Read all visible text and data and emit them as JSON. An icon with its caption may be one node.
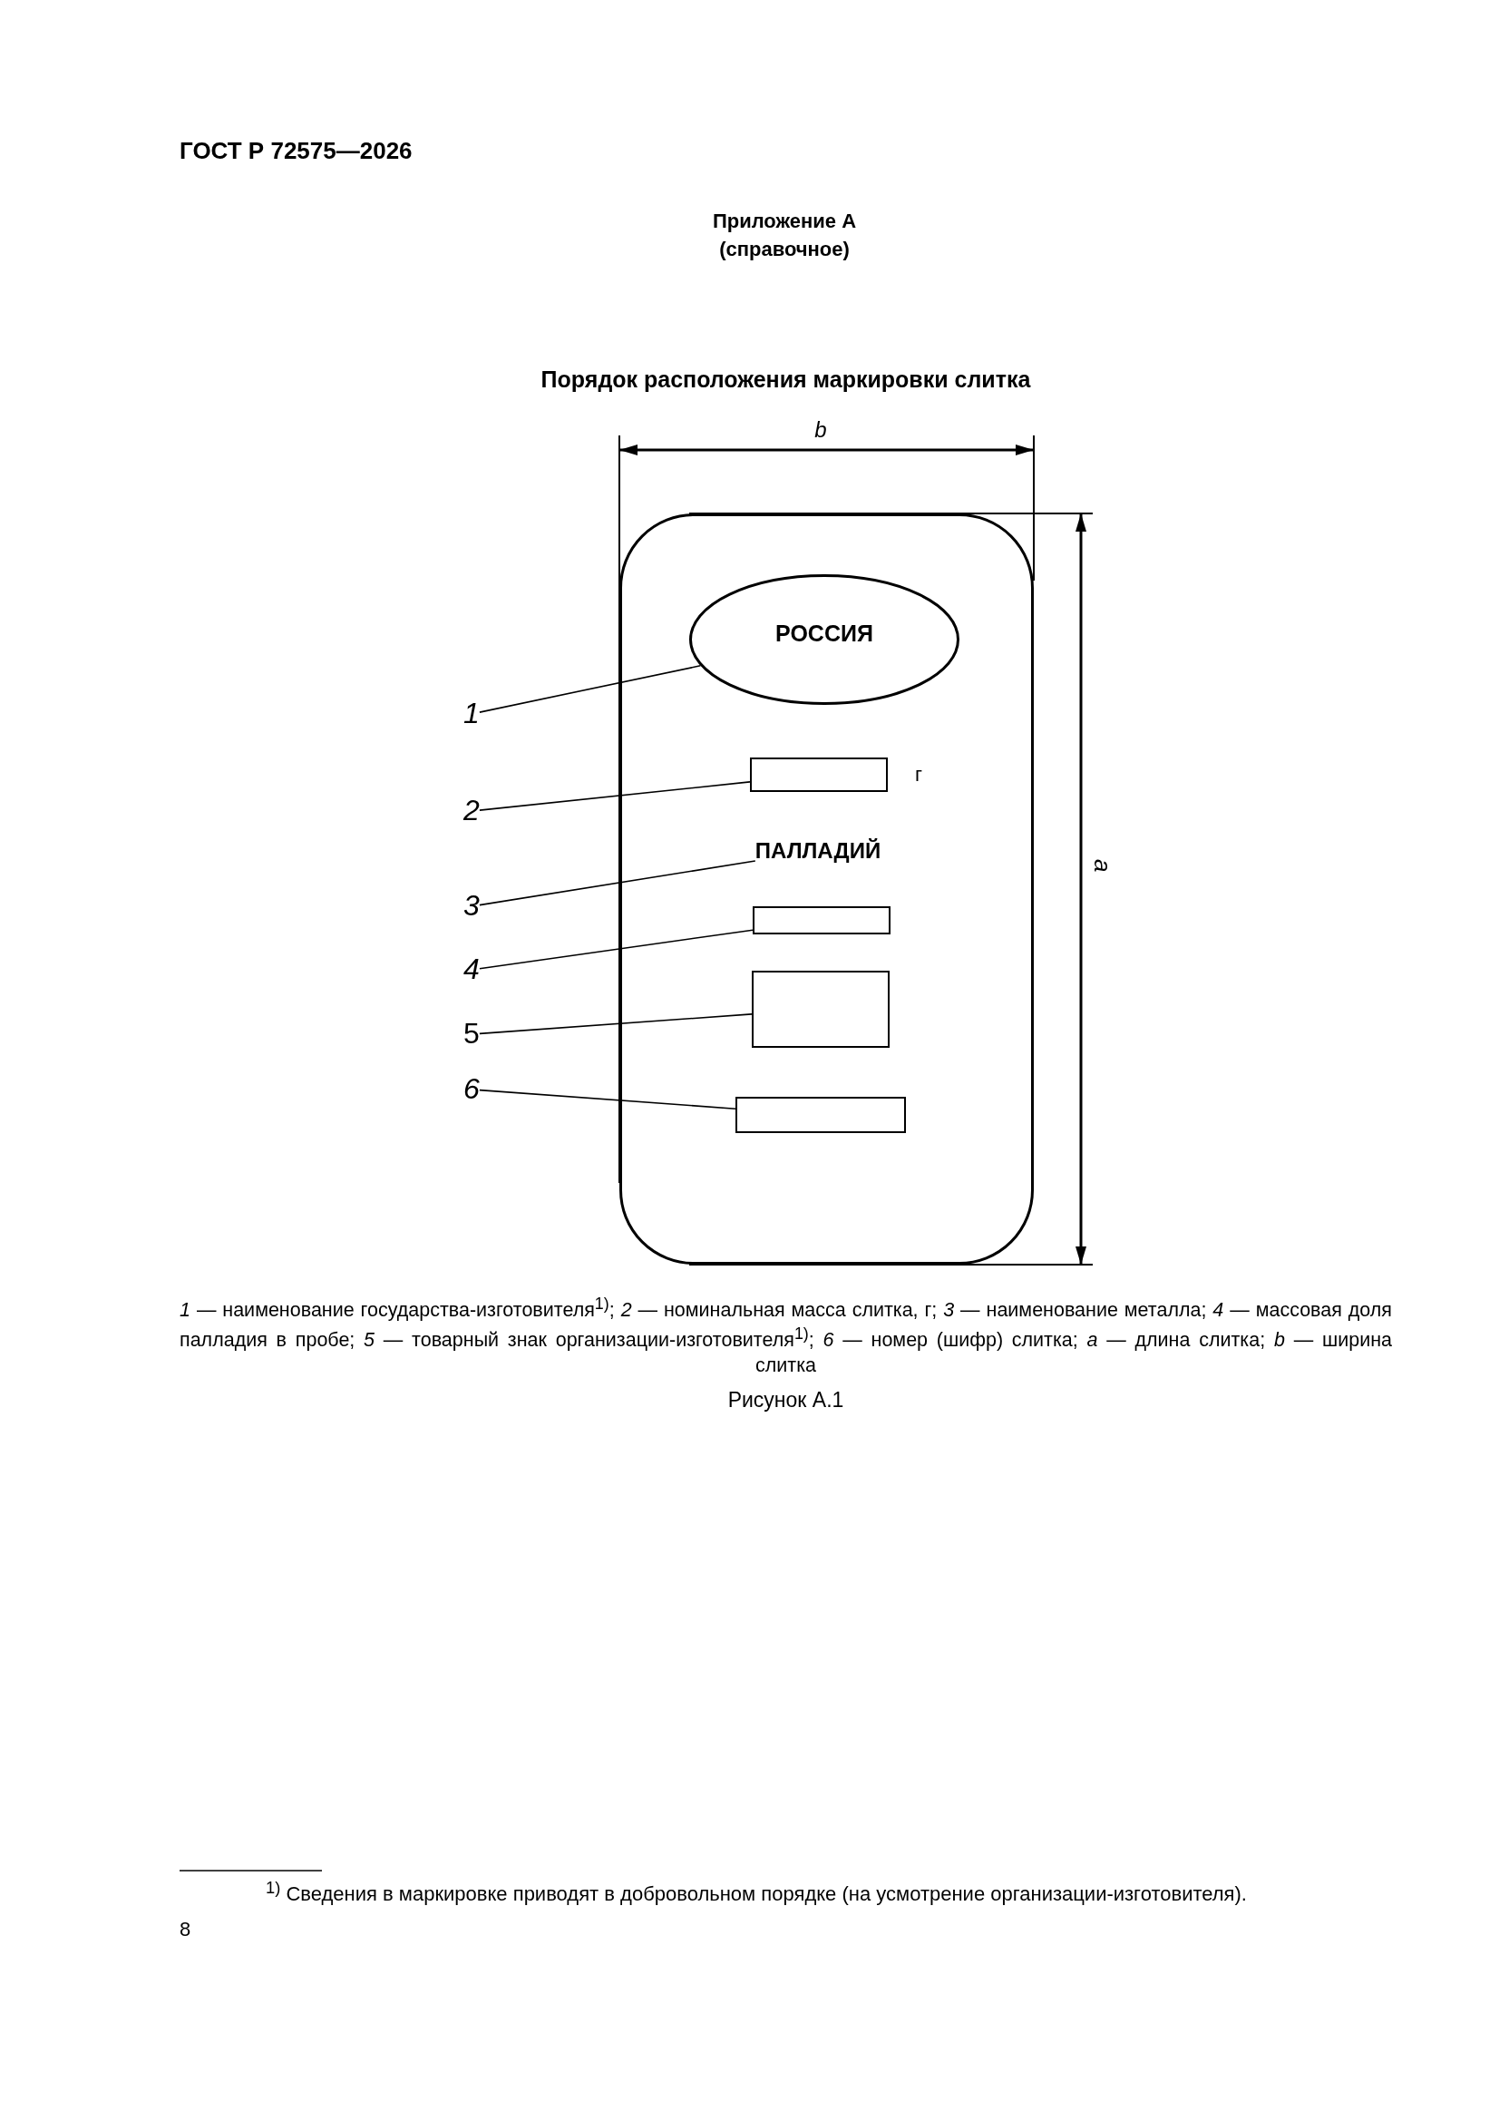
{
  "diagram": {
    "title": "Порядок расположения маркировки слитка",
    "caption": "Рисунок А.1",
    "nodes": [
      {
        "text": [],
        "shape": "box"
      },
      {
        "text": [
          "РОССИЯ"
        ],
        "in": 0
      },
      {
        "text": [],
        "shape": "box",
        "in": 0,
        "beside": [
          "г"
        ]
      },
      {
        "text": [
          "ПАЛЛАДИЙ"
        ],
        "in": 0
      },
      {
        "text": [],
        "shape": "box",
        "in": 0
      },
      {
        "text": [],
        "shape": "box",
        "in": 0
      },
      {
        "text": [],
        "shape": "box",
        "in": 0
      },
      {
        "text": [
          "1"
        ]
      },
      {
        "text": [
          "2"
        ]
      },
      {
        "text": [
          "3"
        ]
      },
      {
        "text": [
          "4"
        ]
      },
      {
        "text": [
          "5"
        ]
      },
      {
        "text": [
          "6"
        ]
      }
    ],
    "edges": [
      {
        "from": 7,
        "to": 1,
        "arrow": "none"
      },
      {
        "from": 8,
        "to": 2,
        "arrow": "none"
      },
      {
        "from": 9,
        "to": 3,
        "arrow": "none"
      },
      {
        "from": 10,
        "to": 4,
        "arrow": "none"
      },
      {
        "from": 11,
        "to": 5,
        "arrow": "none"
      },
      {
        "from": 12,
        "to": 6,
        "arrow": "none"
      }
    ],
    "labels": [
      "ГОСТ Р 72575—2026",
      "Приложение А",
      "(справочное)",
      "b",
      "a",
      "*1* — наименование государства-изготовителя$^{1)}$; *2* — номинальная масса слитка, г; *3* — наименование металла; *4* — массовая доля палладия в пробе; *5* — товарный знак организации-изготовителя$^{1)}$; *6* — номер (шифр) слитка; *a* — длина слитка; *b* — ширина слитка",
      "$^{1)}$ Сведения в маркировке приводят в добровольном порядке (на усмотрение организации-изготовителя).",
      "8"
    ]
  }
}
